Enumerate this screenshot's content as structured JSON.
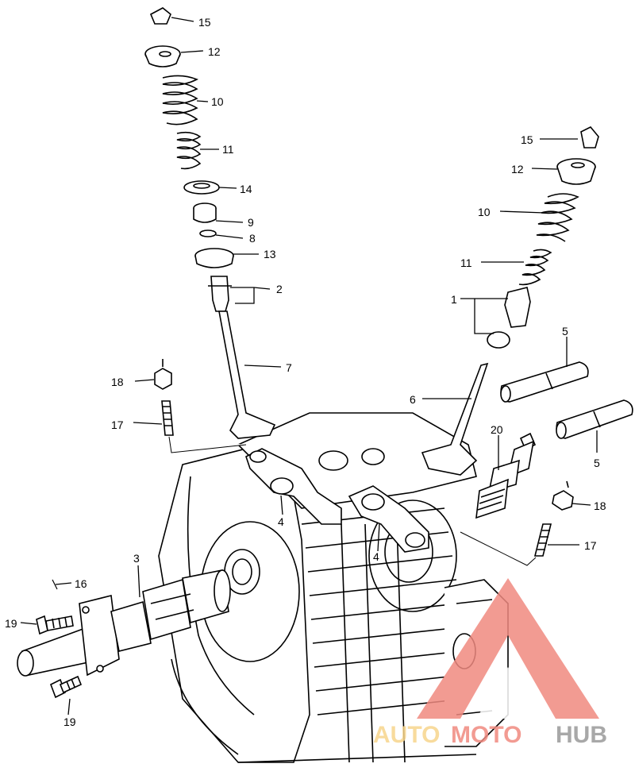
{
  "labels": {
    "p15a": "15",
    "p12a": "12",
    "p10a": "10",
    "p11a": "11",
    "p14": "14",
    "p9": "9",
    "p8": "8",
    "p13": "13",
    "p2": "2",
    "p7": "7",
    "p18a": "18",
    "p17a": "17",
    "p15b": "15",
    "p12b": "12",
    "p10b": "10",
    "p11b": "11",
    "p1": "1",
    "p5a": "5",
    "p6": "6",
    "p5b": "5",
    "p20": "20",
    "p18b": "18",
    "p17b": "17",
    "p4a": "4",
    "p4b": "4",
    "p3": "3",
    "p16": "16",
    "p19a": "19",
    "p19b": "19"
  },
  "watermark": {
    "part1": "AUTO",
    "part2": "MOTO",
    "part3": "HUB"
  },
  "colors": {
    "line": "#000000",
    "watermark_red": "#f08a80",
    "watermark_yellow": "#f7d58c",
    "watermark_gray": "#9a9a9a"
  }
}
